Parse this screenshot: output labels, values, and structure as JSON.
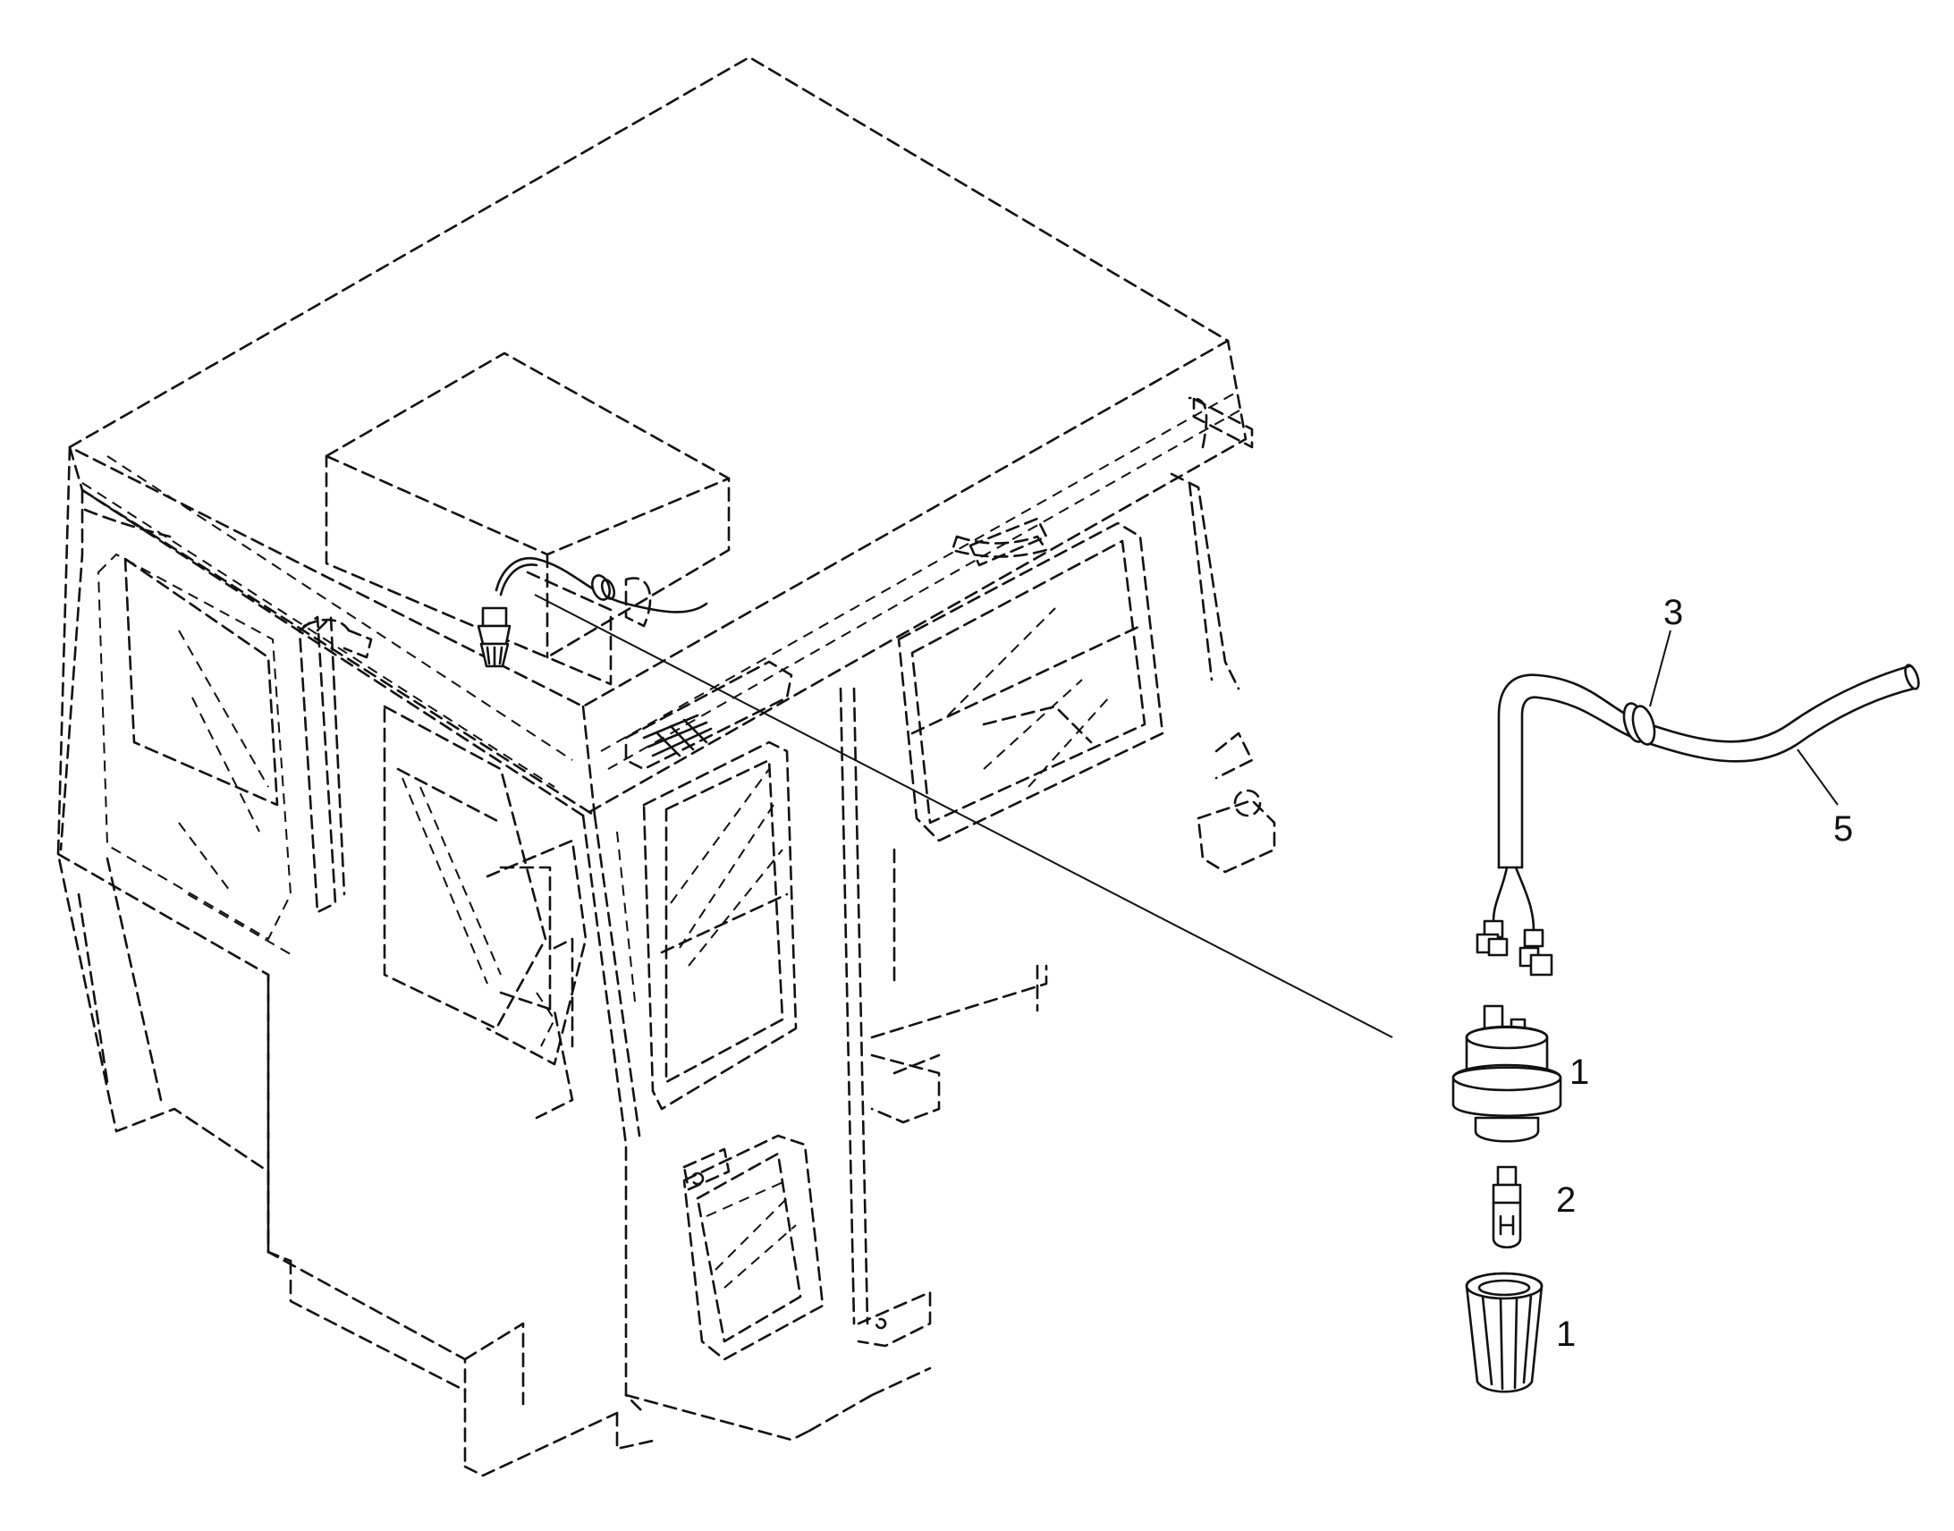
{
  "callouts": {
    "lamp_holder": "1",
    "bulb": "2",
    "grommet": "3",
    "harness": "5",
    "lens_cap": "1"
  },
  "colors": {
    "ink": "#111111",
    "background": "#ffffff"
  }
}
